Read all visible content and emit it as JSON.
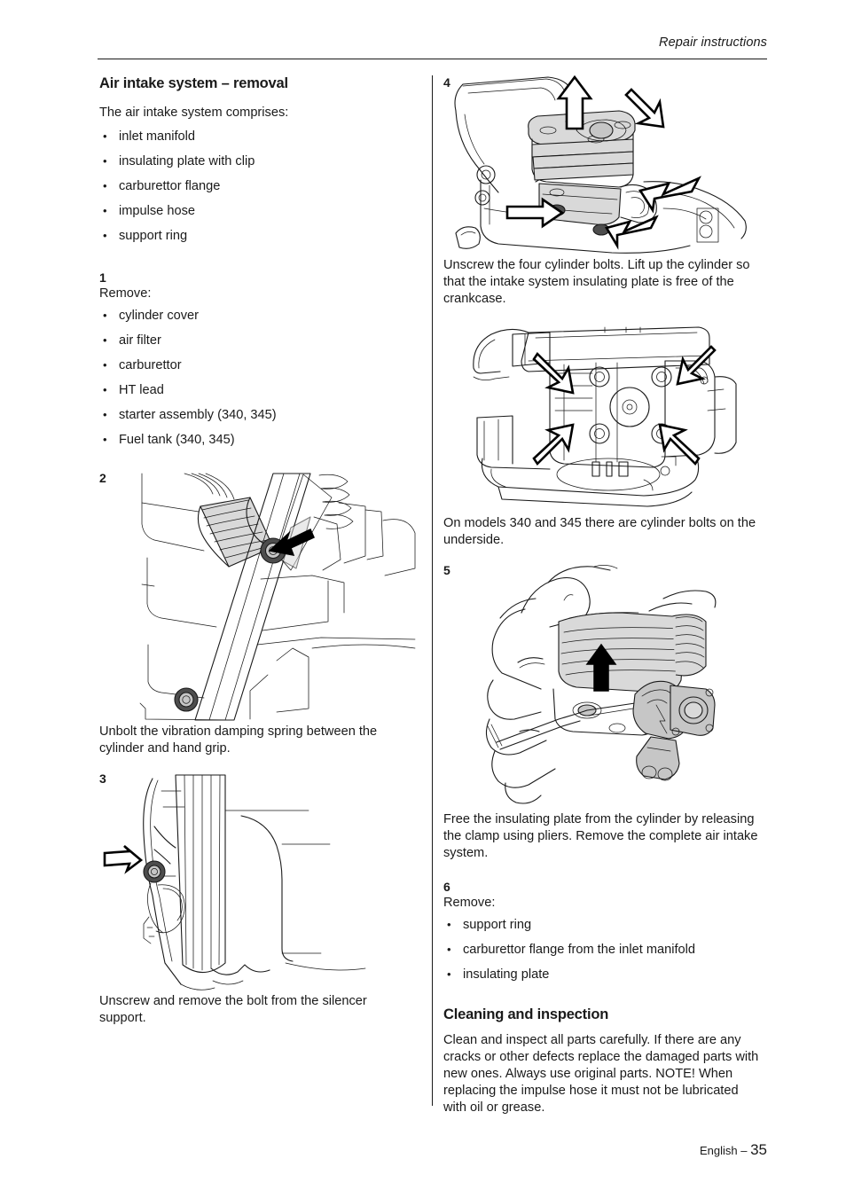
{
  "header": {
    "running_head": "Repair instructions"
  },
  "footer": {
    "language": "English – ",
    "page_number": "35"
  },
  "left_column": {
    "section_title": "Air intake system – removal",
    "intro": "The air intake system comprises:",
    "comprises": [
      "inlet manifold",
      "insulating plate with clip",
      "carburettor flange",
      "impulse hose",
      "support ring"
    ],
    "step1": {
      "number": "1",
      "lead": "Remove:",
      "items": [
        "cylinder cover",
        "air filter",
        "carburettor",
        "HT lead",
        "starter assembly (340, 345)",
        "Fuel tank (340, 345)"
      ]
    },
    "step2": {
      "number": "2",
      "caption": "Unbolt the vibration damping spring between the cylinder and hand grip."
    },
    "step3": {
      "number": "3",
      "caption": "Unscrew and remove the bolt from the silencer support."
    }
  },
  "right_column": {
    "step4": {
      "number": "4",
      "caption": "Unscrew the four cylinder bolts. Lift up the cylinder so that the intake system insulating plate is free of the crankcase.",
      "caption2": "On models 340 and 345 there are cylinder bolts on the underside."
    },
    "step5": {
      "number": "5",
      "caption": "Free the insulating plate from the cylinder by releasing the clamp using pliers. Remove the complete air intake system."
    },
    "step6": {
      "number": "6",
      "lead": "Remove:",
      "items": [
        "support ring",
        "carburettor flange from the inlet manifold",
        "insulating plate"
      ]
    },
    "cleaning": {
      "title": "Cleaning and inspection",
      "body": "Clean and inspect all parts carefully. If there are any cracks or other defects replace the damaged parts with new ones. Always use original parts. NOTE! When replacing the impulse hose it must not be lubricated with oil or grease."
    }
  }
}
